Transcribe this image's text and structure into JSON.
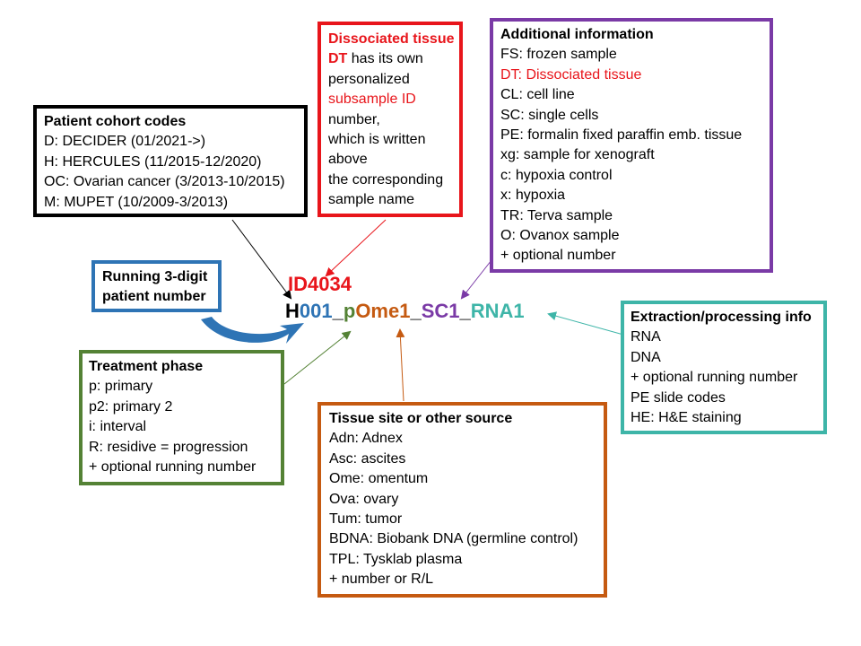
{
  "colors": {
    "black": "#000000",
    "red": "#e8151b",
    "purple": "#7a3aa6",
    "blue": "#2e74b5",
    "green": "#548235",
    "orange": "#c55a11",
    "teal": "#3eb5a8"
  },
  "sample_id_label": "ID4034",
  "sample_name": {
    "h": "H",
    "num": "001",
    "sep1": "_",
    "phase": "p",
    "site": "Ome1",
    "sep2": "_",
    "add": "SC1",
    "sep3": "_",
    "extract": "RNA1"
  },
  "cohort": {
    "title": "Patient cohort codes",
    "lines": [
      "D: DECIDER (01/2021->)",
      "H: HERCULES (11/2015-12/2020)",
      "OC: Ovarian cancer (3/2013-10/2015)",
      "M: MUPET (10/2009-3/2013)"
    ]
  },
  "dissociated": {
    "title": "Dissociated tissue",
    "dt": "DT",
    "line1_rest": " has its own",
    "line2": "personalized",
    "line3": "subsample ID",
    "line4": "number,",
    "line5": "which is written",
    "line6": "above",
    "line7": "the corresponding",
    "line8": "sample name"
  },
  "additional": {
    "title": "Additional information",
    "lines": [
      "FS: frozen sample",
      "DT: Dissociated tissue",
      "CL: cell line",
      "SC: single cells",
      "PE: formalin fixed paraffin emb. tissue",
      "xg: sample for xenograft",
      "c: hypoxia control",
      "x: hypoxia",
      "TR: Terva sample",
      "O: Ovanox sample",
      "+ optional number"
    ]
  },
  "running": {
    "line1": "Running 3-digit",
    "line2": "patient number"
  },
  "treatment": {
    "title": "Treatment phase",
    "lines": [
      "p: primary",
      "p2: primary 2",
      "i: interval",
      "R: residive = progression",
      "+ optional running number"
    ]
  },
  "tissue": {
    "title": "Tissue site or other source",
    "lines": [
      "Adn: Adnex",
      "Asc: ascites",
      "Ome: omentum",
      "Ova: ovary",
      "Tum: tumor",
      "BDNA: Biobank DNA (germline control)",
      "TPL: Tysklab plasma",
      "+ number or R/L"
    ]
  },
  "extraction": {
    "title": "Extraction/processing info",
    "lines": [
      "RNA",
      "DNA",
      "+ optional running number",
      "PE slide codes",
      "HE: H&E staining"
    ]
  }
}
